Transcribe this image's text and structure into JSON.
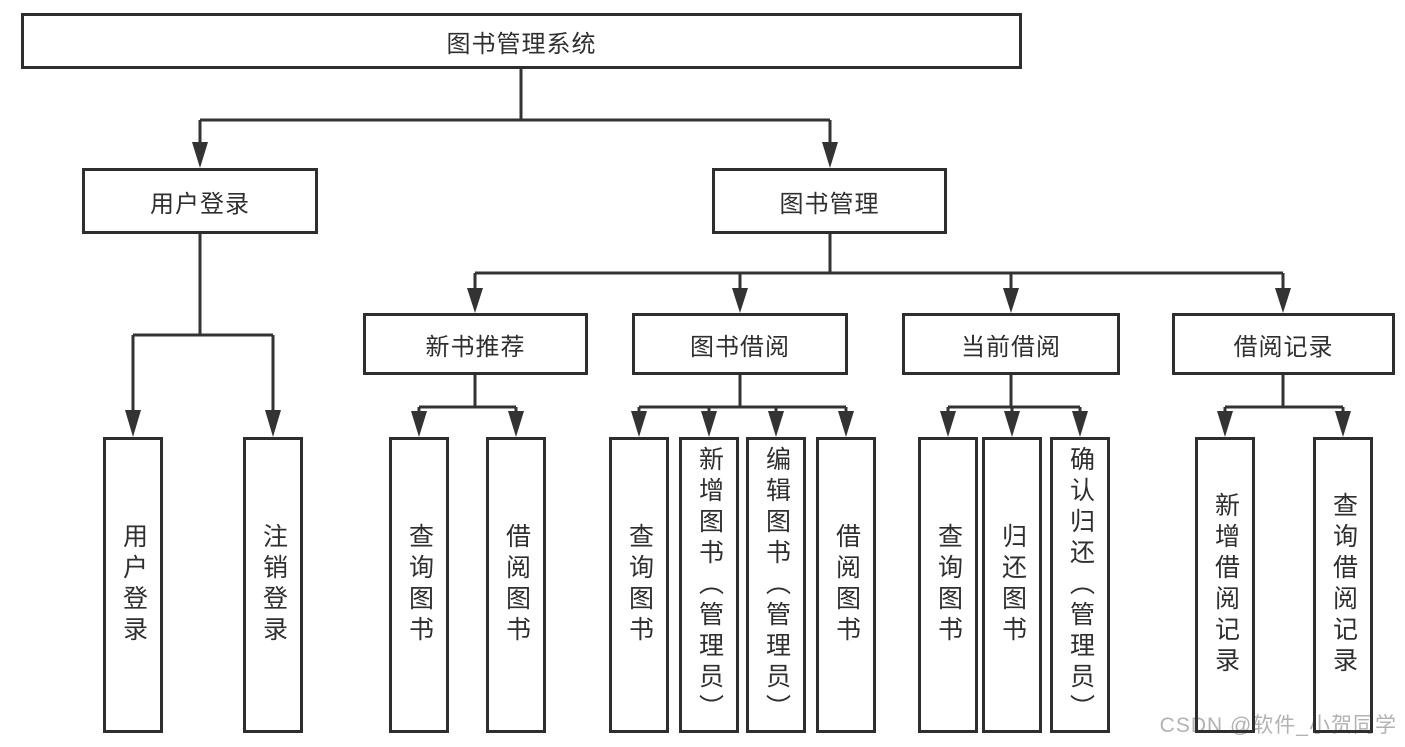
{
  "diagram": {
    "type": "tree",
    "root": {
      "label": "图书管理系统",
      "children": [
        {
          "label": "用户登录",
          "children": [
            {
              "label": "用户登录"
            },
            {
              "label": "注销登录"
            }
          ]
        },
        {
          "label": "图书管理",
          "children": [
            {
              "label": "新书推荐",
              "children": [
                {
                  "label": "查询图书"
                },
                {
                  "label": "借阅图书"
                }
              ]
            },
            {
              "label": "图书借阅",
              "children": [
                {
                  "label": "查询图书"
                },
                {
                  "label": "新增图书（管理员）"
                },
                {
                  "label": "编辑图书（管理员）"
                },
                {
                  "label": "借阅图书"
                }
              ]
            },
            {
              "label": "当前借阅",
              "children": [
                {
                  "label": "查询图书"
                },
                {
                  "label": "归还图书"
                },
                {
                  "label": "确认归还（管理员）"
                }
              ]
            },
            {
              "label": "借阅记录",
              "children": [
                {
                  "label": "新增借阅记录"
                },
                {
                  "label": "查询借阅记录"
                }
              ]
            }
          ]
        }
      ]
    },
    "watermark": "CSDN @软件_小贺同学",
    "colors": {
      "line": "#333333",
      "border": "#2e2e2e",
      "text": "#2f2f2f",
      "watermark": "#b2b2b2",
      "background": "#ffffff"
    }
  }
}
